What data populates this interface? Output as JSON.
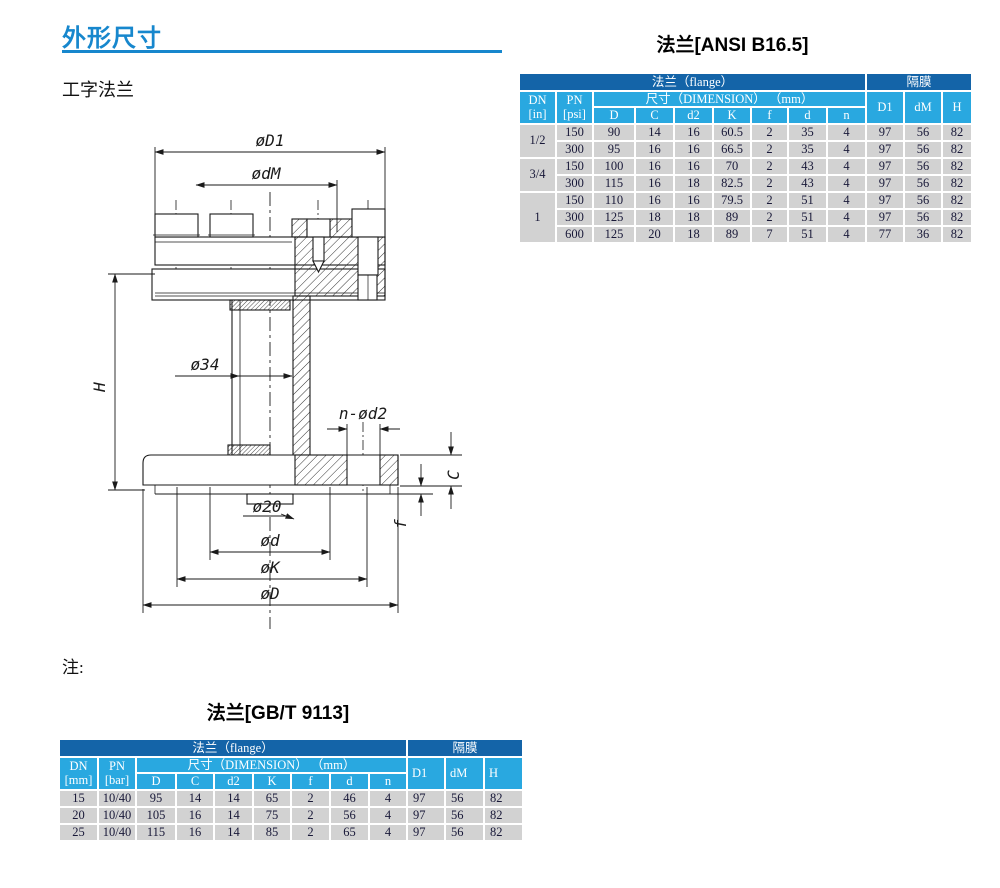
{
  "page": {
    "section_title": "外形尺寸",
    "subtitle": "工字法兰",
    "note_label": "注:"
  },
  "drawing": {
    "labels": {
      "d1": "øD1",
      "dm": "ødM",
      "h": "H",
      "bore": "ø34",
      "holes": "n-ød2",
      "stub": "ø20",
      "d_small": "ød",
      "k": "øK",
      "d_big": "øD",
      "c": "C",
      "f": "f"
    }
  },
  "ansi_table": {
    "title": "法兰[ANSI B16.5]",
    "header": {
      "flange": "法兰（flange）",
      "diaphragm": "隔膜",
      "dn": "DN\n[in]",
      "pn": "PN\n[psi]",
      "dim": "尺寸（DIMENSION） （mm）",
      "cols": [
        "D",
        "C",
        "d2",
        "K",
        "f",
        "d",
        "n"
      ],
      "d1": "D1",
      "dm": "dM",
      "h": "H"
    },
    "rows": [
      [
        {
          "t": "1/2",
          "rs": 2
        },
        "150",
        "90",
        "14",
        "16",
        "60.5",
        "2",
        "35",
        "4",
        "97",
        "56",
        "82"
      ],
      [
        "300",
        "95",
        "16",
        "16",
        "66.5",
        "2",
        "35",
        "4",
        "97",
        "56",
        "82"
      ],
      [
        {
          "t": "3/4",
          "rs": 2
        },
        "150",
        "100",
        "16",
        "16",
        "70",
        "2",
        "43",
        "4",
        "97",
        "56",
        "82"
      ],
      [
        "300",
        "115",
        "16",
        "18",
        "82.5",
        "2",
        "43",
        "4",
        "97",
        "56",
        "82"
      ],
      [
        {
          "t": "1",
          "rs": 3
        },
        "150",
        "110",
        "16",
        "16",
        "79.5",
        "2",
        "51",
        "4",
        "97",
        "56",
        "82"
      ],
      [
        "300",
        "125",
        "18",
        "18",
        "89",
        "2",
        "51",
        "4",
        "97",
        "56",
        "82"
      ],
      [
        "600",
        "125",
        "20",
        "18",
        "89",
        "7",
        "51",
        "4",
        "77",
        "36",
        "82"
      ]
    ]
  },
  "gb_table": {
    "title": "法兰[GB/T 9113]",
    "header": {
      "flange": "法兰（flange）",
      "diaphragm": "隔膜",
      "dn": "DN\n[mm]",
      "pn": "PN\n[bar]",
      "dim": "尺寸（DIMENSION） （mm）",
      "cols": [
        "D",
        "C",
        "d2",
        "K",
        "f",
        "d",
        "n"
      ],
      "d1": "D1",
      "dm": "dM",
      "h": "H"
    },
    "rows": [
      [
        "15",
        "10/40",
        "95",
        "14",
        "14",
        "65",
        "2",
        "46",
        "4",
        {
          "t": "97",
          "cls": "la"
        },
        {
          "t": "56",
          "cls": "la"
        },
        {
          "t": "82",
          "cls": "la"
        }
      ],
      [
        "20",
        "10/40",
        "105",
        "16",
        "14",
        "75",
        "2",
        "56",
        "4",
        {
          "t": "97",
          "cls": "la"
        },
        {
          "t": "56",
          "cls": "la"
        },
        {
          "t": "82",
          "cls": "la"
        }
      ],
      [
        "25",
        "10/40",
        "115",
        "16",
        "14",
        "85",
        "2",
        "65",
        "4",
        {
          "t": "97",
          "cls": "la"
        },
        {
          "t": "56",
          "cls": "la"
        },
        {
          "t": "82",
          "cls": "la"
        }
      ]
    ]
  },
  "colors": {
    "accent_blue": "#1787cd",
    "header_dark_blue": "#1464a8",
    "header_light_blue": "#29a8e0",
    "cell_gray": "#d2d2d2"
  }
}
